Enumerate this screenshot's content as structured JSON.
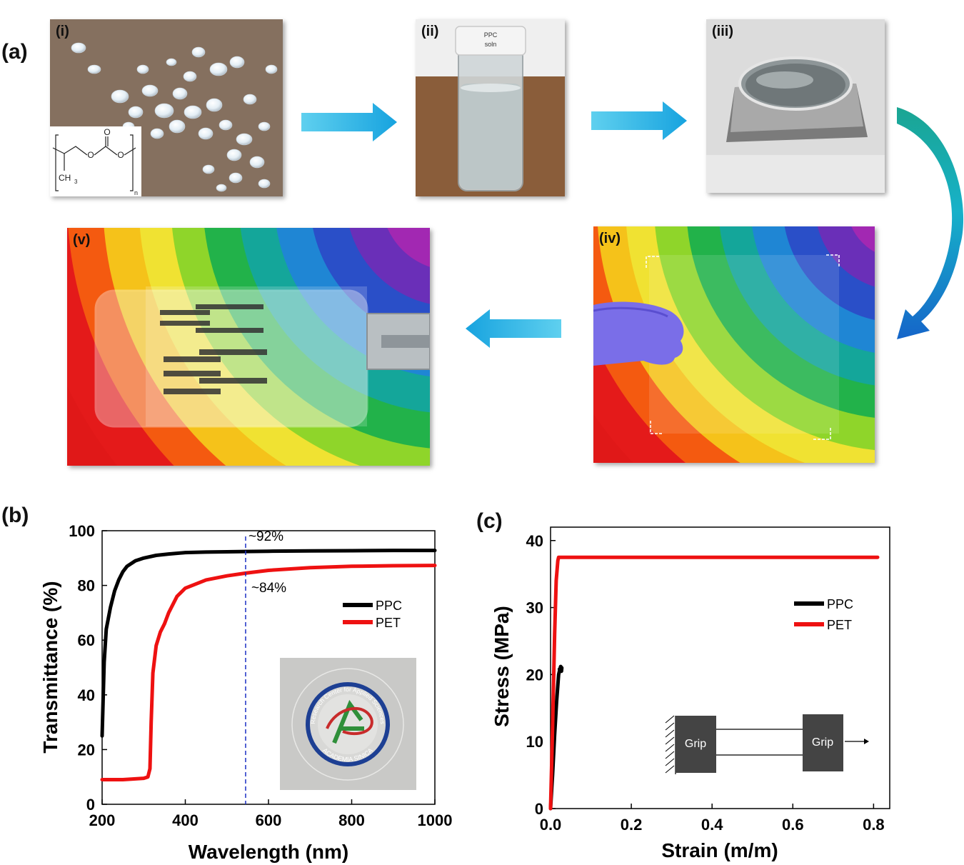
{
  "panels": {
    "a": "(a)",
    "b": "(b)",
    "c": "(c)"
  },
  "steps": [
    "(i)",
    "(ii)",
    "(iii)",
    "(iv)",
    "(v)"
  ],
  "structure": {
    "ch3": "CH",
    "ch3_sub": "3",
    "n": "n"
  },
  "vial_label": [
    "PPC",
    "soln"
  ],
  "logo": {
    "ring_text": "Research Center for Applied Sciences",
    "bottom_text": "ACADEMIA SINICA"
  },
  "chart_data": [
    {
      "type": "line",
      "panel": "(b)",
      "xlabel": "Wavelength (nm)",
      "ylabel": "Transmittance (%)",
      "xlim": [
        200,
        1000
      ],
      "ylim": [
        0,
        100
      ],
      "xticks": [
        "200",
        "400",
        "600",
        "800",
        "1000"
      ],
      "yticks": [
        "0",
        "20",
        "40",
        "60",
        "80",
        "100"
      ],
      "legend_position": "right",
      "annotations": {
        "marker_wavelength": 545,
        "ppc_label": "~92%",
        "pet_label": "~84%"
      },
      "series": [
        {
          "name": "PPC",
          "color": "#000000",
          "x": [
            200,
            205,
            210,
            220,
            230,
            240,
            250,
            260,
            280,
            300,
            330,
            360,
            400,
            450,
            500,
            545,
            600,
            700,
            800,
            900,
            1000
          ],
          "y": [
            25,
            52,
            64,
            72,
            78,
            82,
            85,
            87,
            89,
            90,
            91,
            91.5,
            92,
            92.2,
            92.3,
            92.4,
            92.5,
            92.6,
            92.7,
            92.8,
            92.8
          ]
        },
        {
          "name": "PET",
          "color": "#ee1111",
          "x": [
            200,
            250,
            300,
            310,
            315,
            318,
            322,
            330,
            340,
            350,
            360,
            380,
            400,
            450,
            500,
            545,
            600,
            700,
            800,
            900,
            1000
          ],
          "y": [
            9,
            9,
            9.5,
            10,
            13,
            30,
            48,
            58,
            63,
            66,
            70,
            76,
            79,
            82,
            83.5,
            84.5,
            85.5,
            86.5,
            87,
            87.2,
            87.3
          ]
        }
      ]
    },
    {
      "type": "line",
      "panel": "(c)",
      "xlabel": "Strain (m/m)",
      "ylabel": "Stress (MPa)",
      "xlim": [
        0,
        0.84
      ],
      "ylim": [
        0,
        42
      ],
      "xticks": [
        "0.0",
        "0.2",
        "0.4",
        "0.6",
        "0.8"
      ],
      "yticks": [
        "0",
        "10",
        "20",
        "30",
        "40"
      ],
      "legend_position": "right",
      "inset_labels": [
        "Grip",
        "Grip"
      ],
      "series": [
        {
          "name": "PPC",
          "color": "#000000",
          "x": [
            0,
            0.005,
            0.01,
            0.015,
            0.02,
            0.025,
            0.028,
            0.027,
            0.024,
            0.022
          ],
          "y": [
            0,
            5,
            11,
            16,
            20,
            21.2,
            21,
            20.5,
            20.6,
            20.8
          ]
        },
        {
          "name": "PET",
          "color": "#ee1111",
          "x": [
            0,
            0.005,
            0.01,
            0.014,
            0.018,
            0.02,
            0.1,
            0.3,
            0.5,
            0.7,
            0.81
          ],
          "y": [
            0,
            12,
            26,
            34,
            37,
            37.5,
            37.5,
            37.5,
            37.5,
            37.5,
            37.5
          ]
        }
      ]
    }
  ]
}
